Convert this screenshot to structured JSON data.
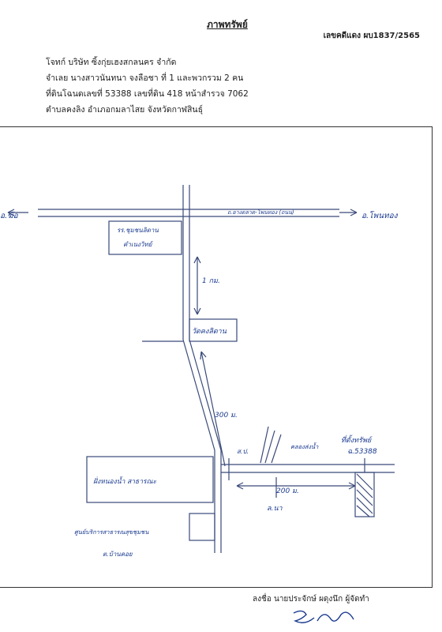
{
  "header": {
    "title": "ภาพทรัพย์",
    "case_number": "เลขคดีแดง ผบ1837/2565"
  },
  "info_lines": [
    "โจทก์ บริษัท ซิ้งกุ่ยเฮงสกลนคร จำกัด",
    "จำเลย นางสาวนันทนา จงลือชา ที่ 1 และพวกรวม 2 คน",
    "ที่ดินโฉนดเลขที่ 53388 เลขที่ดิน 418  หน้าสำรวจ 7062",
    "ตำบลคงลิง  อำเภอกมลาไสย  จังหวัดกาฬสินธุ์"
  ],
  "map_labels": {
    "west_town": "อ.ฆ้อ",
    "east_town": "อ.โพนทอง",
    "main_road": "ถ.ยางตลาด-โพนทอง (ถนน)",
    "school_line1": "รร.ชุมชนลิดาน",
    "school_line2": "คำเนงวิทย์",
    "distance_1km": "1 กม.",
    "temple": "วัดคงลิดาน",
    "distance_300m": "300 ม.",
    "pond": "ฝั่งหนองน้ำ สาธารณะ",
    "community_center": "ศูนย์บริการสาธารณสุขชุมชน",
    "village": "ต.บ้านคอย",
    "canal_label": "คลองส่งน้ำ",
    "left_marker": "ส.ป.",
    "property_line1": "ที่ตั้งทรัพย์",
    "property_line2": "ฉ.53388",
    "distance_200m": "200 ม.",
    "rice_field": "ล.นา"
  },
  "signature": {
    "signer_text": "ลงชื่อ นายประจักษ์ ผดุงนึก ผู้จัดทำ"
  },
  "colors": {
    "ink": "#1a3a8f",
    "line": "#3a4a7a"
  }
}
